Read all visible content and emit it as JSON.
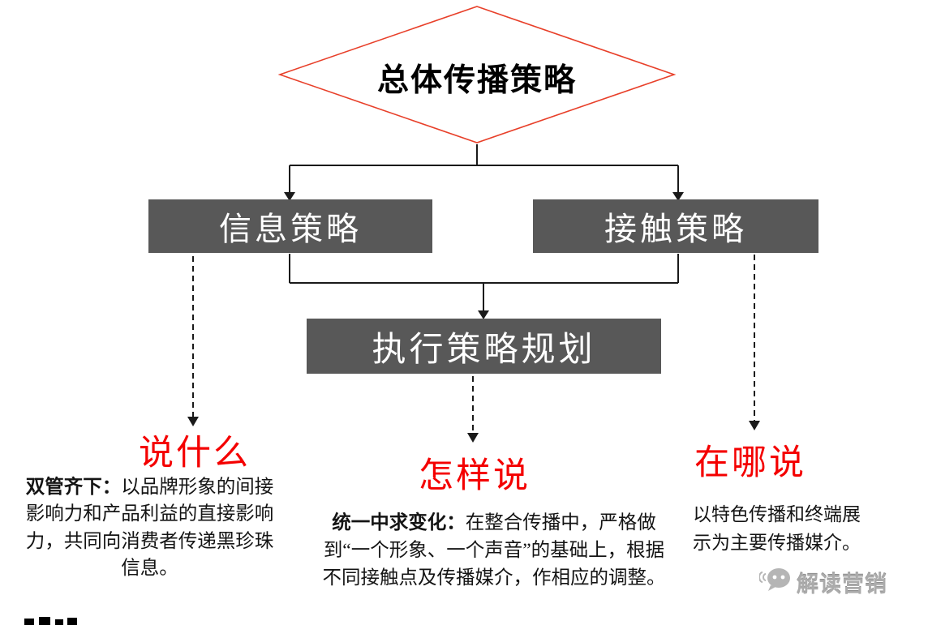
{
  "diagram": {
    "root": {
      "label": "总体传播策略"
    },
    "boxes": [
      {
        "id": "info",
        "label": "信息策略"
      },
      {
        "id": "contact",
        "label": "接触策略"
      },
      {
        "id": "execution",
        "label": "执行策略规划"
      }
    ],
    "red_labels": [
      {
        "label": "说什么"
      },
      {
        "label": "怎样说"
      },
      {
        "label": "在哪说"
      }
    ],
    "notes": [
      {
        "lead": "双管齐下：",
        "body": "以品牌形象的间接影响力和产品利益的直接影响力，共同向消费者传递黑珍珠信息。"
      },
      {
        "lead": "统一中求变化：",
        "body": "在整合传播中，严格做到“一个形象、一个声音”的基础上，根据不同接触点及传播媒介，作相应的调整。"
      },
      {
        "lead": "",
        "body": "以特色传播和终端展示为主要传播媒介。"
      }
    ],
    "colors": {
      "box_bg": "#585858",
      "box_text": "#ffffff",
      "accent_red": "#f40000",
      "diamond_stroke": "#e8402a",
      "line": "#1a1a1a"
    }
  },
  "watermark": {
    "text": "解读营销",
    "icon": "chat-bubble-icon"
  }
}
